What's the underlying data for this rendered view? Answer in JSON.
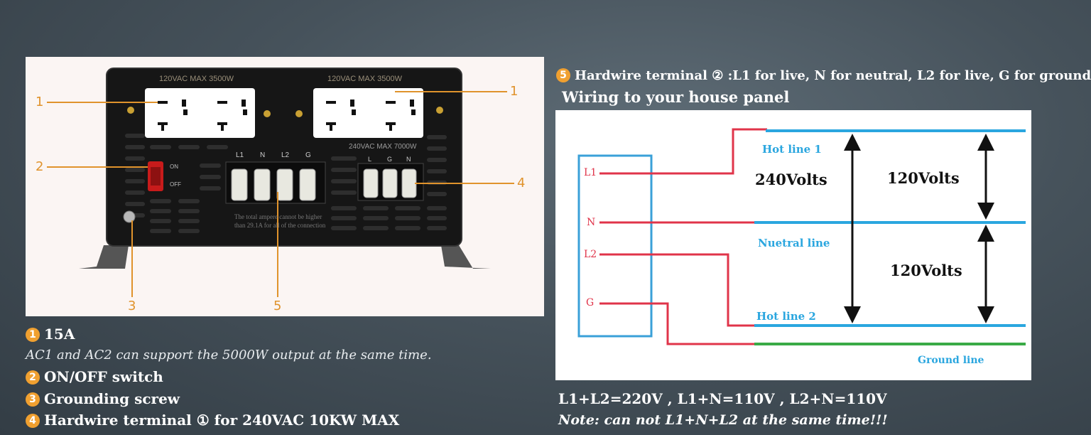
{
  "product": {
    "outlet_label_left": "120VAC MAX 3500W",
    "outlet_label_right": "120VAC MAX 3500W",
    "terminal_header": "240VAC MAX 7000W",
    "switch_on": "ON",
    "switch_off": "OFF",
    "terminal_labels": [
      "L1",
      "N",
      "L2",
      "G"
    ],
    "terminal_labels_right": [
      "L",
      "G",
      "N"
    ],
    "warning_line1": "The total ampere cannot be higher",
    "warning_line2": "than 29.1A for all of the connection",
    "callouts": [
      "1",
      "1",
      "2",
      "3",
      "4",
      "5"
    ]
  },
  "legend": {
    "item1_num": "1",
    "item1_title": "15A",
    "item1_note": "AC1 and AC2 can support the 5000W output at the same time.",
    "item2_num": "2",
    "item2_title": "ON/OFF switch",
    "item3_num": "3",
    "item3_title": "Grounding screw",
    "item4_num": "4",
    "item4_title": "Hardwire terminal ① for 240VAC 10KW   MAX"
  },
  "wiring": {
    "heading_num": "5",
    "heading_text": "Hardwire terminal ② :L1 for live, N for neutral, L2 for live, G for ground",
    "subheading": "Wiring to your house panel",
    "terminal_L1": "L1",
    "terminal_N": "N",
    "terminal_L2": "L2",
    "terminal_G": "G",
    "hot_line_1": "Hot line 1",
    "neutral_line": "Nuetral line",
    "hot_line_2": "Hot line 2",
    "ground_line": "Ground line",
    "volts_240": "240Volts",
    "volts_120_top": "120Volts",
    "volts_120_bottom": "120Volts",
    "formula": "L1+L2=220V , L1+N=110V , L2+N=110V",
    "note": "Note: can not L1+N+L2 at the same time!!!",
    "colors": {
      "live": "#e0344a",
      "line": "#2aa6df",
      "ground": "#3aaa46",
      "box": "#3aa0d8"
    }
  }
}
